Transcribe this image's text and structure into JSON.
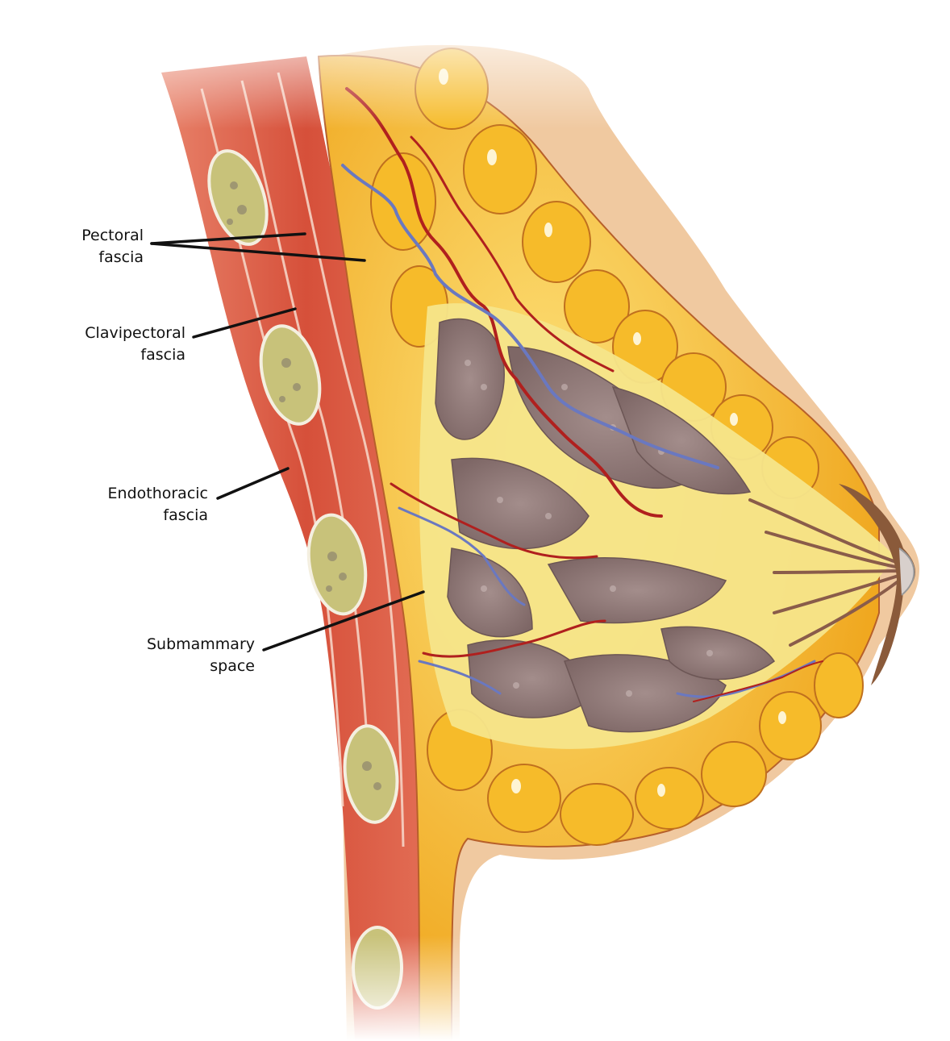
{
  "diagram": {
    "subject": "Sagittal cross-section of the breast and chest wall",
    "labels": [
      {
        "id": "pectoral-fascia",
        "line1": "Pectoral",
        "line2": "fascia"
      },
      {
        "id": "clavipectoral-fascia",
        "line1": "Clavipectoral",
        "line2": "fascia"
      },
      {
        "id": "endothoracic-fascia",
        "line1": "Endothoracic",
        "line2": "fascia"
      },
      {
        "id": "submammary-space",
        "line1": "Submammary",
        "line2": "space"
      }
    ],
    "colors": {
      "muscle": "#d9573d",
      "muscle_light": "#e98a6e",
      "rib": "#c8c27a",
      "fat": "#f2b21c",
      "fat_light": "#fbd64a",
      "gland": "#8e7878",
      "gland_light": "#b8a4a2",
      "skin": "#f0c9a0",
      "areola": "#8a5a3a",
      "artery": "#b0201e",
      "vein": "#6a78c0",
      "leader_line": "#111111"
    }
  }
}
